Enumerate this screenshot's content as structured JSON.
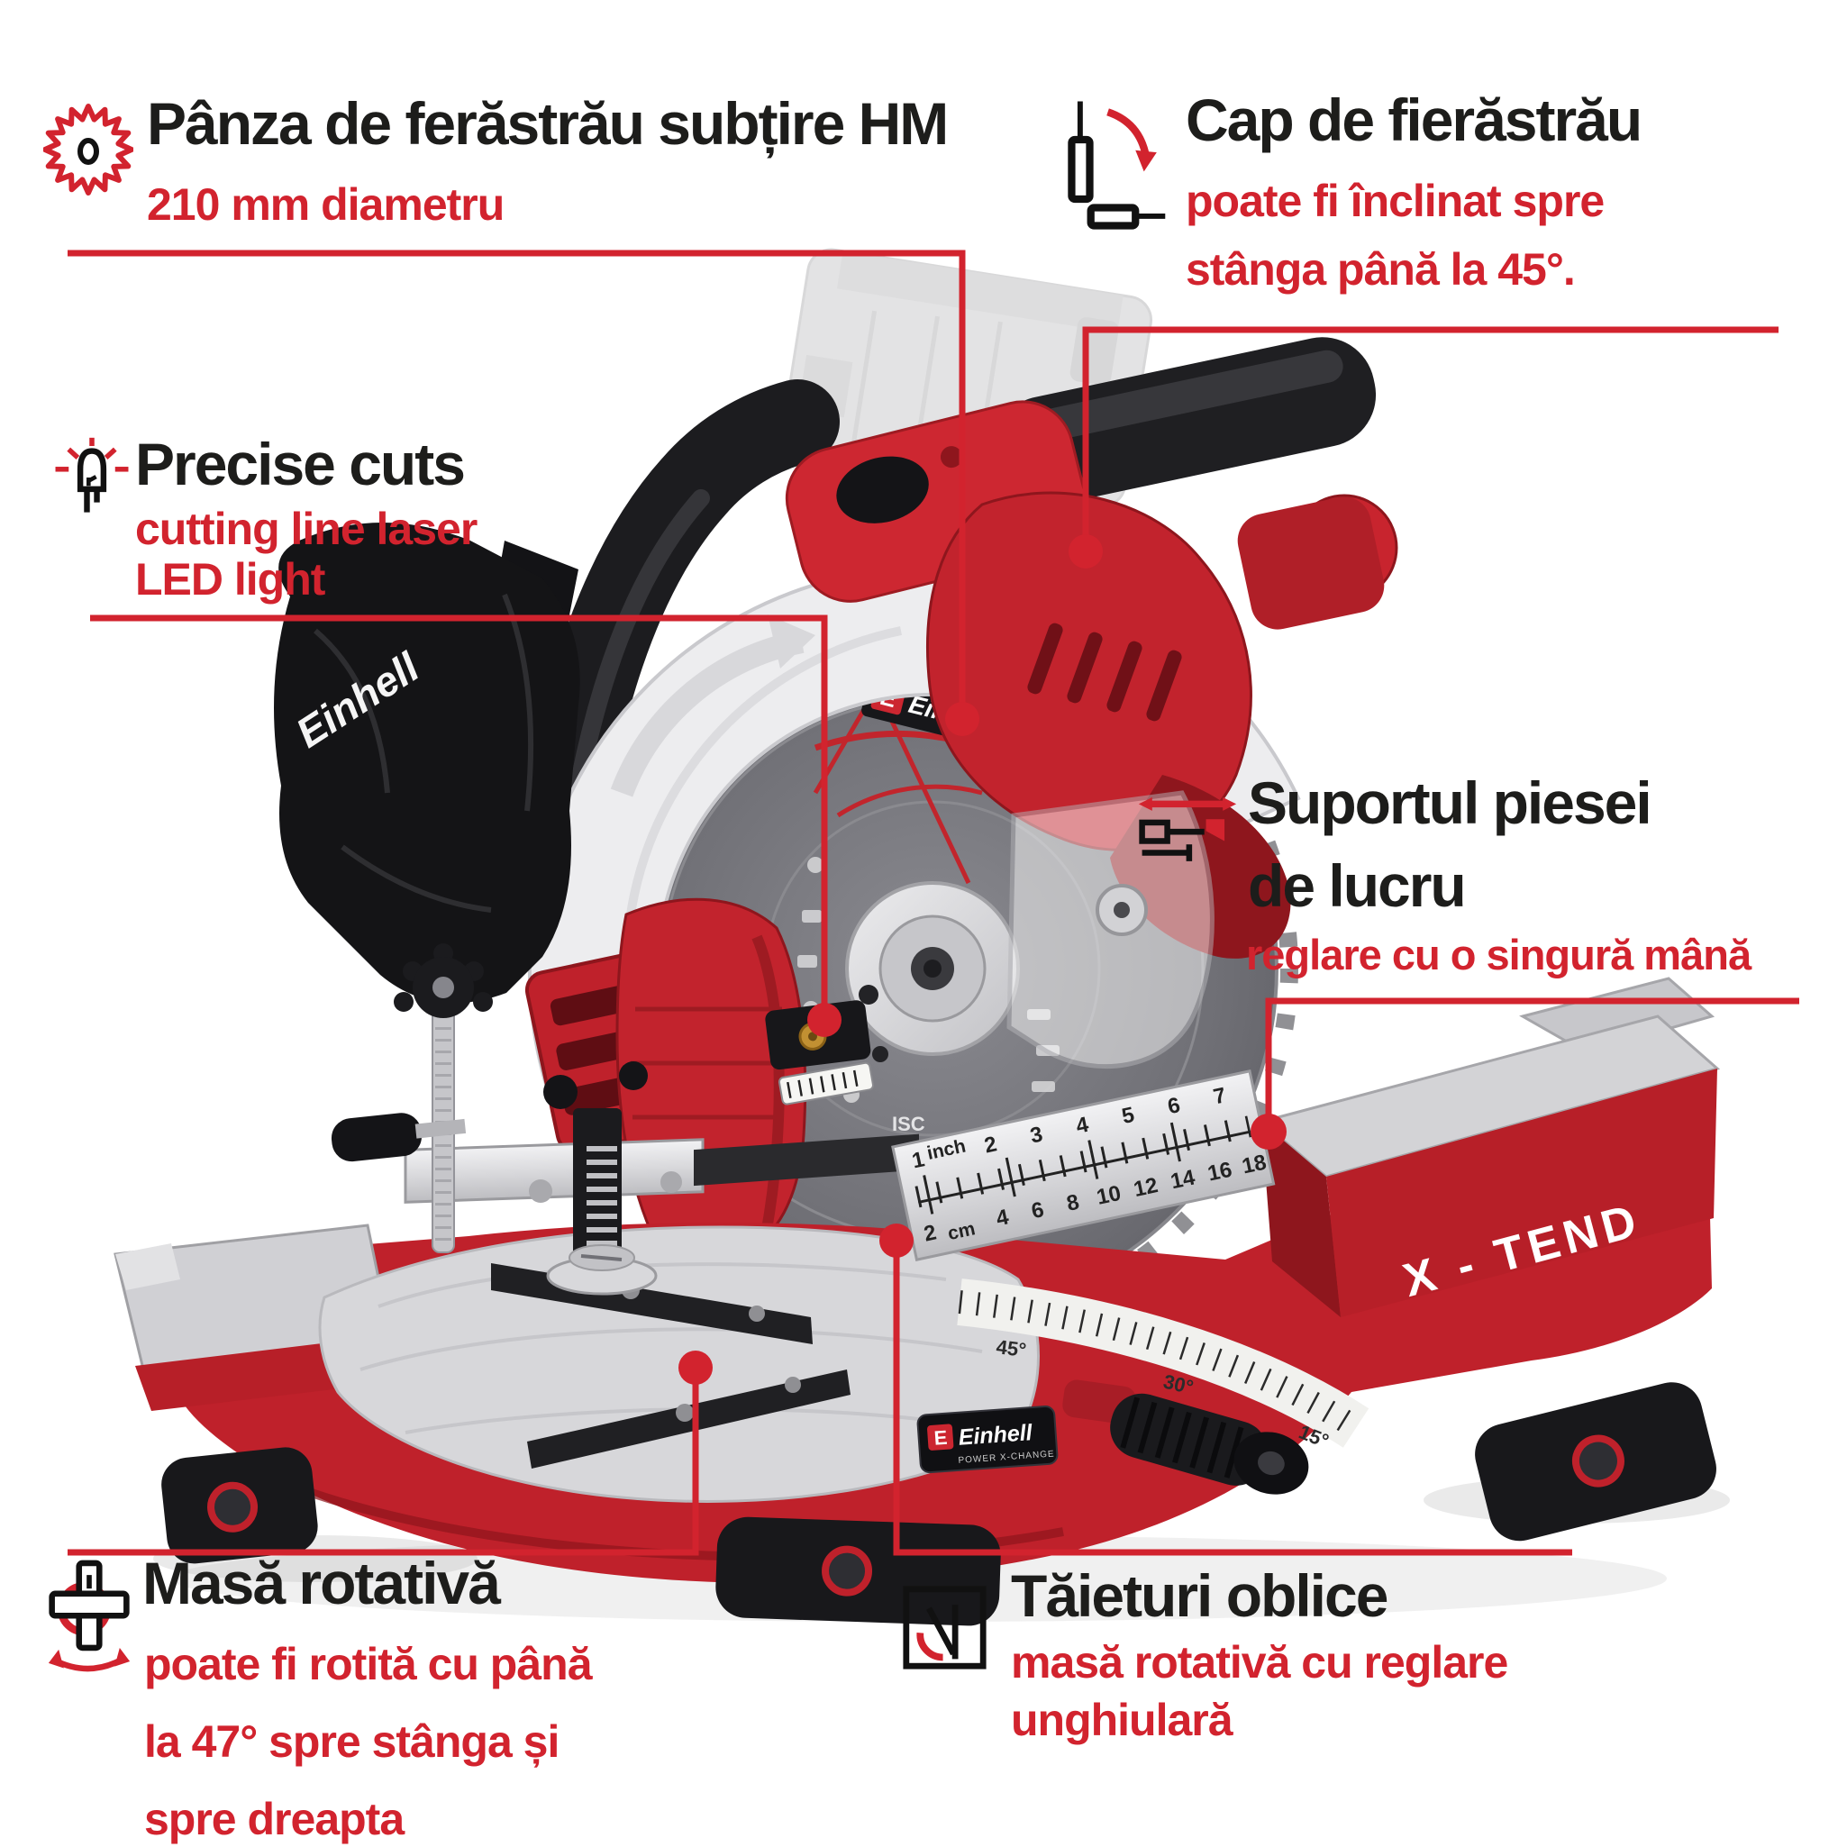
{
  "page": {
    "accent_red": "#d2232e",
    "text_black": "#1d1d1b",
    "background": "#ffffff"
  },
  "annotations": {
    "blade": {
      "title": "Pânza de ferăstrău subțire HM",
      "subtitle": "210 mm diametru",
      "icon": "saw-blade-icon"
    },
    "saw_head": {
      "title": "Cap de fierăstrău",
      "subtitle_line1": "poate fi înclinat spre",
      "subtitle_line2": "stânga până la 45°.",
      "icon": "tilt-head-icon"
    },
    "precise_cuts": {
      "title": "Precise cuts",
      "subtitle_line1": "cutting line laser",
      "subtitle_line2": "LED light",
      "icon": "led-light-icon"
    },
    "workpiece_support": {
      "title_line1": "Suportul piesei",
      "title_line2": "de lucru",
      "subtitle": "reglare cu o singură mână",
      "icon": "slider-icon"
    },
    "rotary_table": {
      "title": "Masă rotativă",
      "subtitle_line1": "poate fi rotită cu până",
      "subtitle_line2": "la 47° spre stânga și",
      "subtitle_line3": "spre dreapta",
      "icon": "rotate-table-icon"
    },
    "miter_cuts": {
      "title": "Tăieturi oblice",
      "subtitle_line1": "masă rotativă cu reglare",
      "subtitle_line2": "unghiulară",
      "icon": "miter-angle-icon"
    }
  },
  "product": {
    "brand_initial": "E",
    "blade_logo": "Einhell",
    "bag_logo": "Einhell",
    "base_sticker_line1": "Einhell",
    "base_sticker_line2": "POWER X-CHANGE",
    "extension_label": "X - TEND",
    "blade_text": "ISC",
    "ruler": {
      "inch_label": "inch",
      "cm_label": "cm",
      "inch_values": [
        "1",
        "2",
        "3",
        "4",
        "5",
        "6",
        "7"
      ],
      "cm_values": [
        "2",
        "4",
        "6",
        "8",
        "10",
        "12",
        "14",
        "16",
        "18"
      ]
    },
    "angle_scale_labels": [
      "45°",
      "30°",
      "15°"
    ]
  }
}
